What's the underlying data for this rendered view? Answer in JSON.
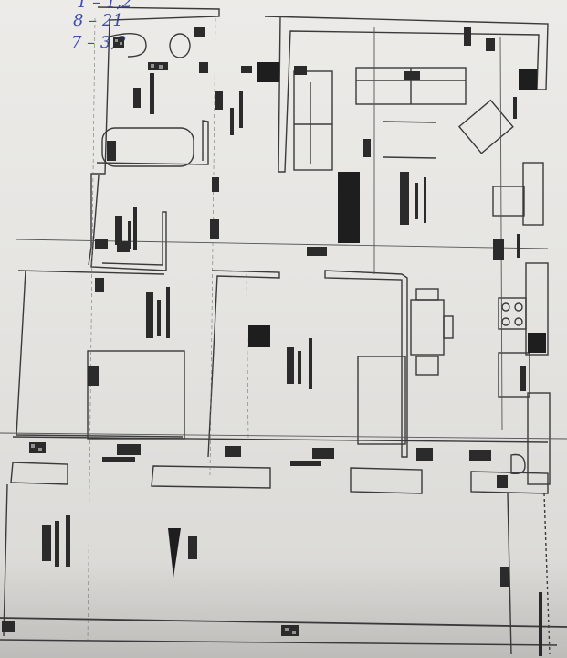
{
  "document": {
    "type": "apartment floor plan (photographed printout)",
    "background": "#e8e7e4",
    "line_color": "#3a3a3a"
  },
  "handwritten_notes": {
    "color": "#3d4fa8",
    "lines": [
      "1 – 1,2",
      "8 – 21",
      "7 – 3,2"
    ]
  },
  "rooms": [
    {
      "id": "bathroom",
      "label": "",
      "fixtures": [
        "toilet",
        "sink",
        "bathtub"
      ]
    },
    {
      "id": "hallway-north",
      "label": "",
      "fixtures": []
    },
    {
      "id": "living-room",
      "label": "",
      "fixtures": [
        "sofa-corner",
        "sofa",
        "armchair",
        "tv-unit",
        "coffee-table"
      ]
    },
    {
      "id": "bedroom",
      "label": "",
      "fixtures": [
        "double-bed"
      ]
    },
    {
      "id": "room-center",
      "label": "",
      "fixtures": [
        "column"
      ]
    },
    {
      "id": "kitchen-dining",
      "label": "",
      "fixtures": [
        "dining-table",
        "chairs",
        "stove",
        "counter",
        "fridge",
        "bed-single"
      ]
    },
    {
      "id": "small-wc",
      "label": "",
      "fixtures": [
        "toilet"
      ]
    },
    {
      "id": "balcony",
      "label": "",
      "fixtures": []
    }
  ],
  "north_arrow": {
    "present": true
  },
  "legend": {
    "text_legible": false
  }
}
